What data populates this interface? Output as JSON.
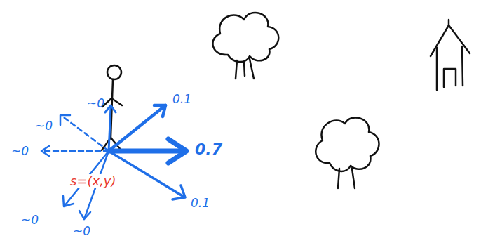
{
  "diagram": {
    "labels": [
      "~0",
      "~0",
      "~0",
      "0.1",
      "0.7",
      "0.1",
      "~0",
      "~0",
      "s=(x,y)"
    ]
  }
}
